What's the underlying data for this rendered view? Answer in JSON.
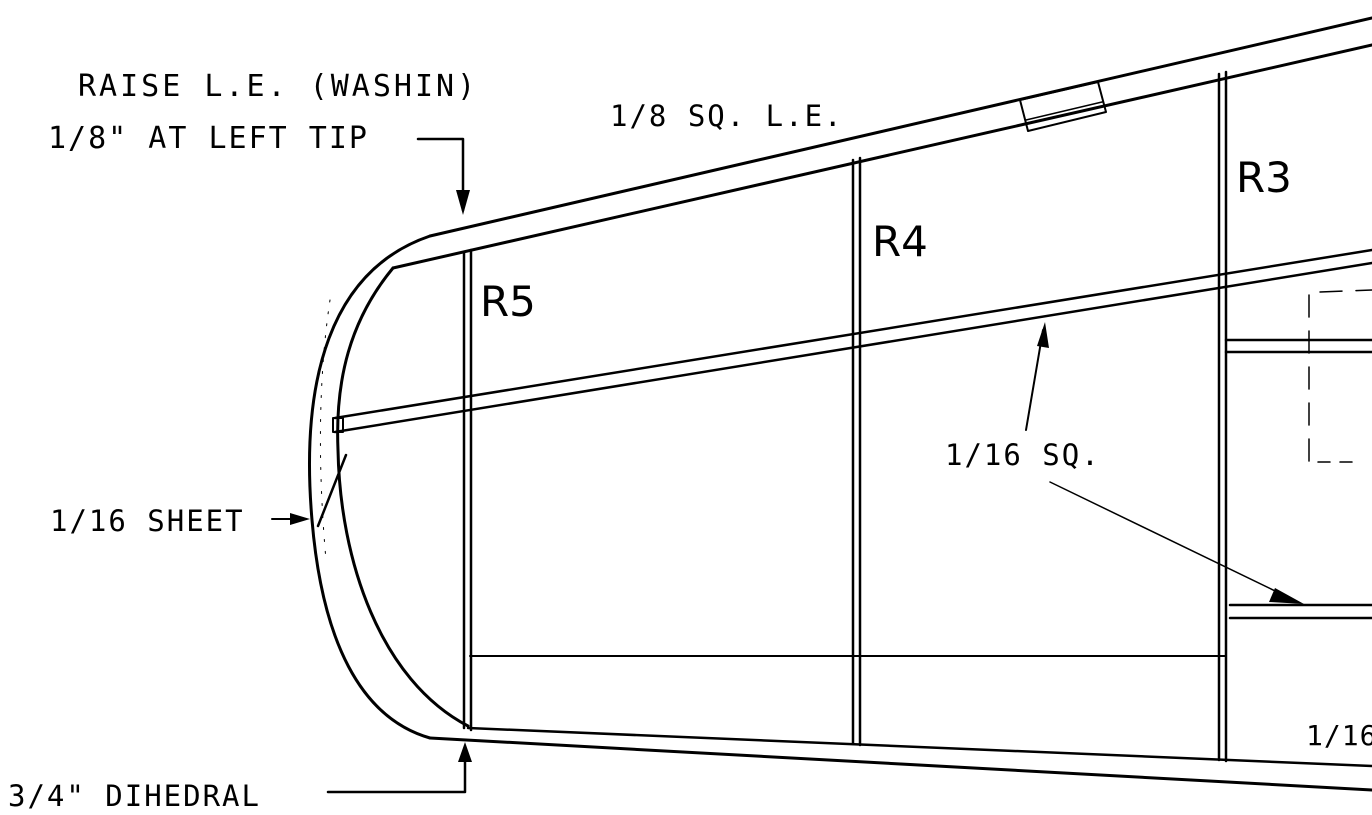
{
  "labels": {
    "raise_le_line1": "RAISE  L.E. (WASHIN)",
    "raise_le_line2": "1/8\" AT LEFT TIP",
    "sq_le": "1/8 SQ. L.E.",
    "rib_r3": "R3",
    "rib_r4": "R4",
    "rib_r5": "R5",
    "sq_1_16": "1/16  SQ.",
    "sheet_1_16": "1/16  SHEET",
    "dihedral": "3/4\"  DIHEDRAL",
    "cut_1_16": "1/16"
  },
  "icons": {
    "arrowheads": "arrow-icon"
  }
}
